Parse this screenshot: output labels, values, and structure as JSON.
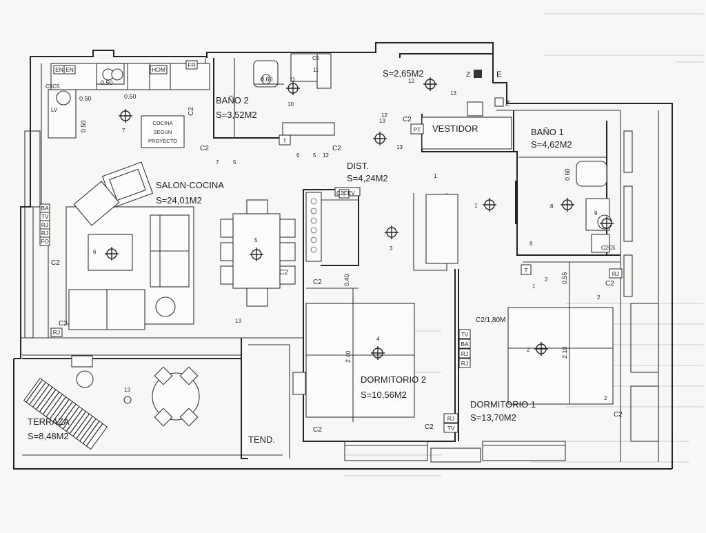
{
  "plan": {
    "colors": {
      "line": "#222222",
      "paper": "#f7f7f6",
      "ghost": "#c9c9c9"
    },
    "rooms": [
      {
        "name": "SALON-COCINA",
        "area": "S=24,01M2"
      },
      {
        "name": "BAÑO 2",
        "area": "S=3,52M2"
      },
      {
        "name": "",
        "area": "S=2,65M2"
      },
      {
        "name": "VESTIDOR",
        "area": ""
      },
      {
        "name": "BAÑO 1",
        "area": "S=4,62M2"
      },
      {
        "name": "DIST.",
        "area": "S=4,24M2"
      },
      {
        "name": "DORMITORIO 2",
        "area": "S=10,56M2"
      },
      {
        "name": "DORMITORIO 1",
        "area": "S=13,70M2"
      },
      {
        "name": "TERRAZA",
        "area": "S=8,48M2"
      },
      {
        "name": "TEND.",
        "area": ""
      }
    ],
    "kitchen_note": [
      "COCINA",
      "SEGUN",
      "PROYECTO"
    ],
    "dimensions": [
      "0.50",
      "0.50",
      "0.50",
      "0.50",
      "0.60",
      "0.60",
      "0.40",
      "2.40",
      "0.55",
      "2.10"
    ],
    "tags": {
      "c2": "C2",
      "c2_180": "C2/1,80M",
      "t": "T",
      "z": "Z",
      "e": "E",
      "pt": "PT",
      "rj": "RJ",
      "tv": "TV",
      "ba": "BA",
      "fo": "FO",
      "fr": "FR",
      "en": "EN",
      "hom": "HOM",
      "lv": "LV",
      "c5c5": "C5C5",
      "c5": "C5",
      "c2c5": "C2C5",
      "c2cev": "C2CEV"
    },
    "circuit_numbers": [
      "1",
      "2",
      "3",
      "4",
      "5",
      "6",
      "7",
      "8",
      "9",
      "10",
      "11",
      "12",
      "13"
    ]
  }
}
